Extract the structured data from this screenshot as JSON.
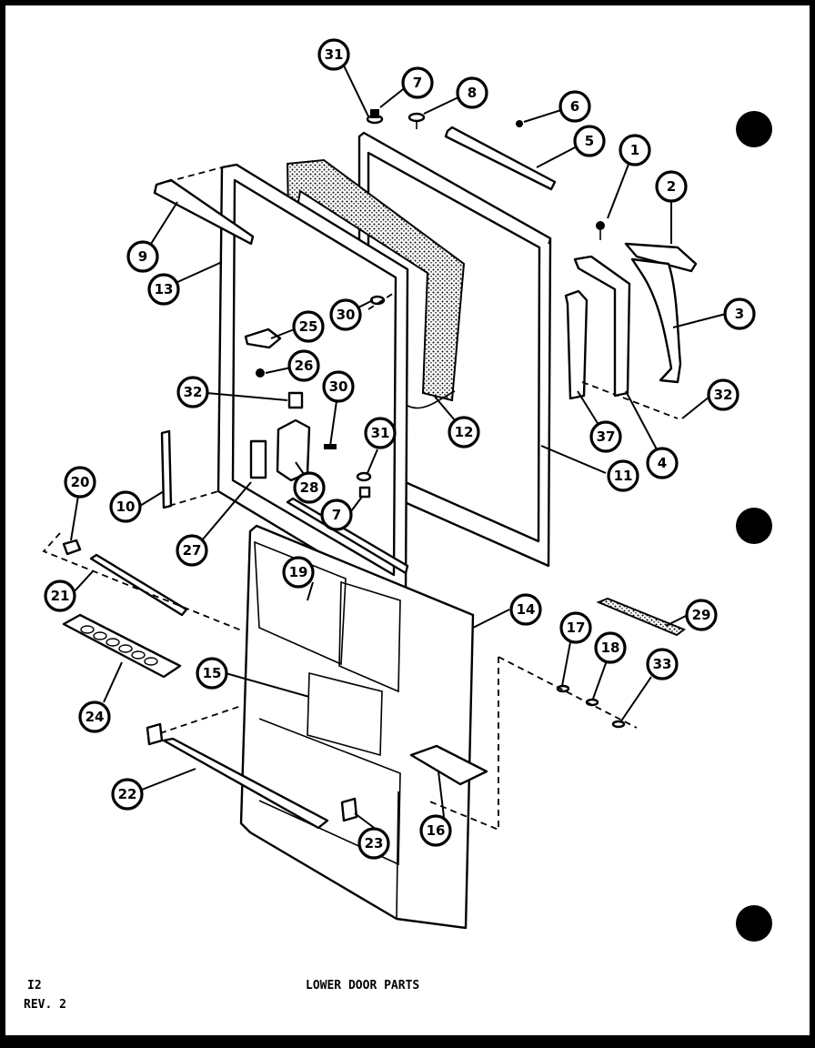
{
  "title": "LOWER DOOR PARTS",
  "sheet_id": "I2",
  "revision": "REV. 2",
  "callouts": [
    "31",
    "7",
    "8",
    "6",
    "5",
    "9",
    "13",
    "1",
    "2",
    "3",
    "25",
    "30",
    "26",
    "32",
    "30",
    "12",
    "37",
    "4",
    "32",
    "11",
    "31",
    "10",
    "28",
    "7",
    "20",
    "27",
    "21",
    "19",
    "14",
    "29",
    "15",
    "24",
    "17",
    "18",
    "33",
    "22",
    "23",
    "16"
  ]
}
